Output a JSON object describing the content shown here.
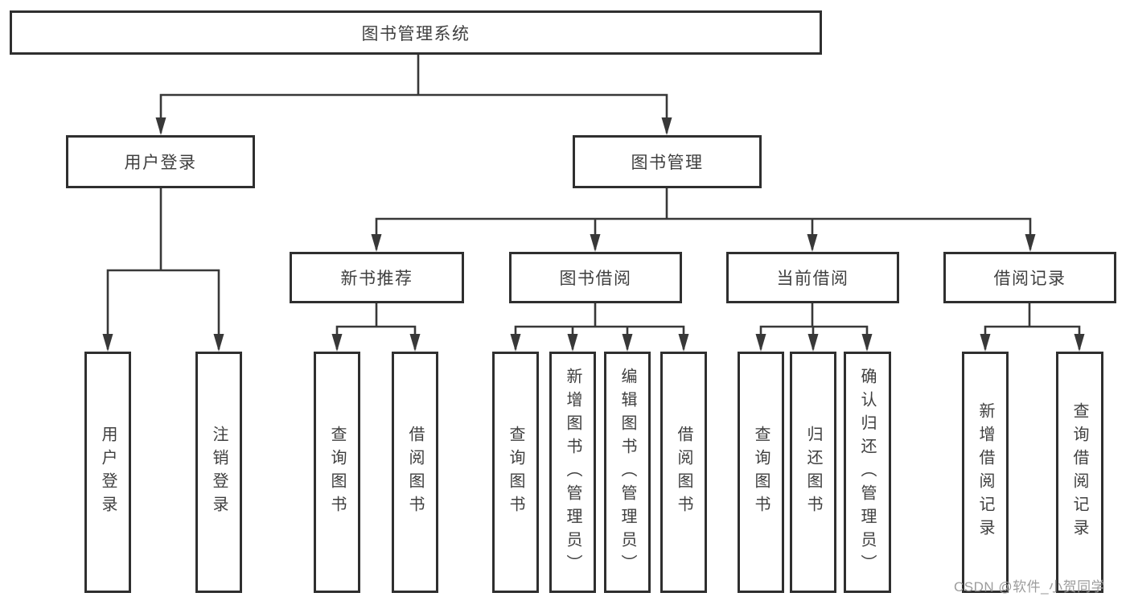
{
  "tree": {
    "root": {
      "label": "图书管理系统"
    },
    "level2": [
      {
        "label": "用户登录"
      },
      {
        "label": "图书管理"
      }
    ],
    "level3": [
      {
        "label": "新书推荐"
      },
      {
        "label": "图书借阅"
      },
      {
        "label": "当前借阅"
      },
      {
        "label": "借阅记录"
      }
    ],
    "leaves": {
      "user_login": [
        {
          "label": "用户登录"
        },
        {
          "label": "注销登录"
        }
      ],
      "new_book_recommend": [
        {
          "label": "查询图书"
        },
        {
          "label": "借阅图书"
        }
      ],
      "book_borrowing": [
        {
          "label": "查询图书"
        },
        {
          "label": "新增图书（管理员）"
        },
        {
          "label": "编辑图书（管理员）"
        },
        {
          "label": "借阅图书"
        }
      ],
      "current_borrowing": [
        {
          "label": "查询图书"
        },
        {
          "label": "归还图书"
        },
        {
          "label": "确认归还（管理员）"
        }
      ],
      "borrowing_records": [
        {
          "label": "新增借阅记录"
        },
        {
          "label": "查询借阅记录"
        }
      ]
    }
  },
  "watermark": {
    "text": "CSDN @软件_小贺同学"
  },
  "colors": {
    "line": "#383838",
    "box_border": "#2f2f2f",
    "box_fill": "#ffffff",
    "text": "#3f3f3f",
    "watermark": "#9c9c9c"
  }
}
